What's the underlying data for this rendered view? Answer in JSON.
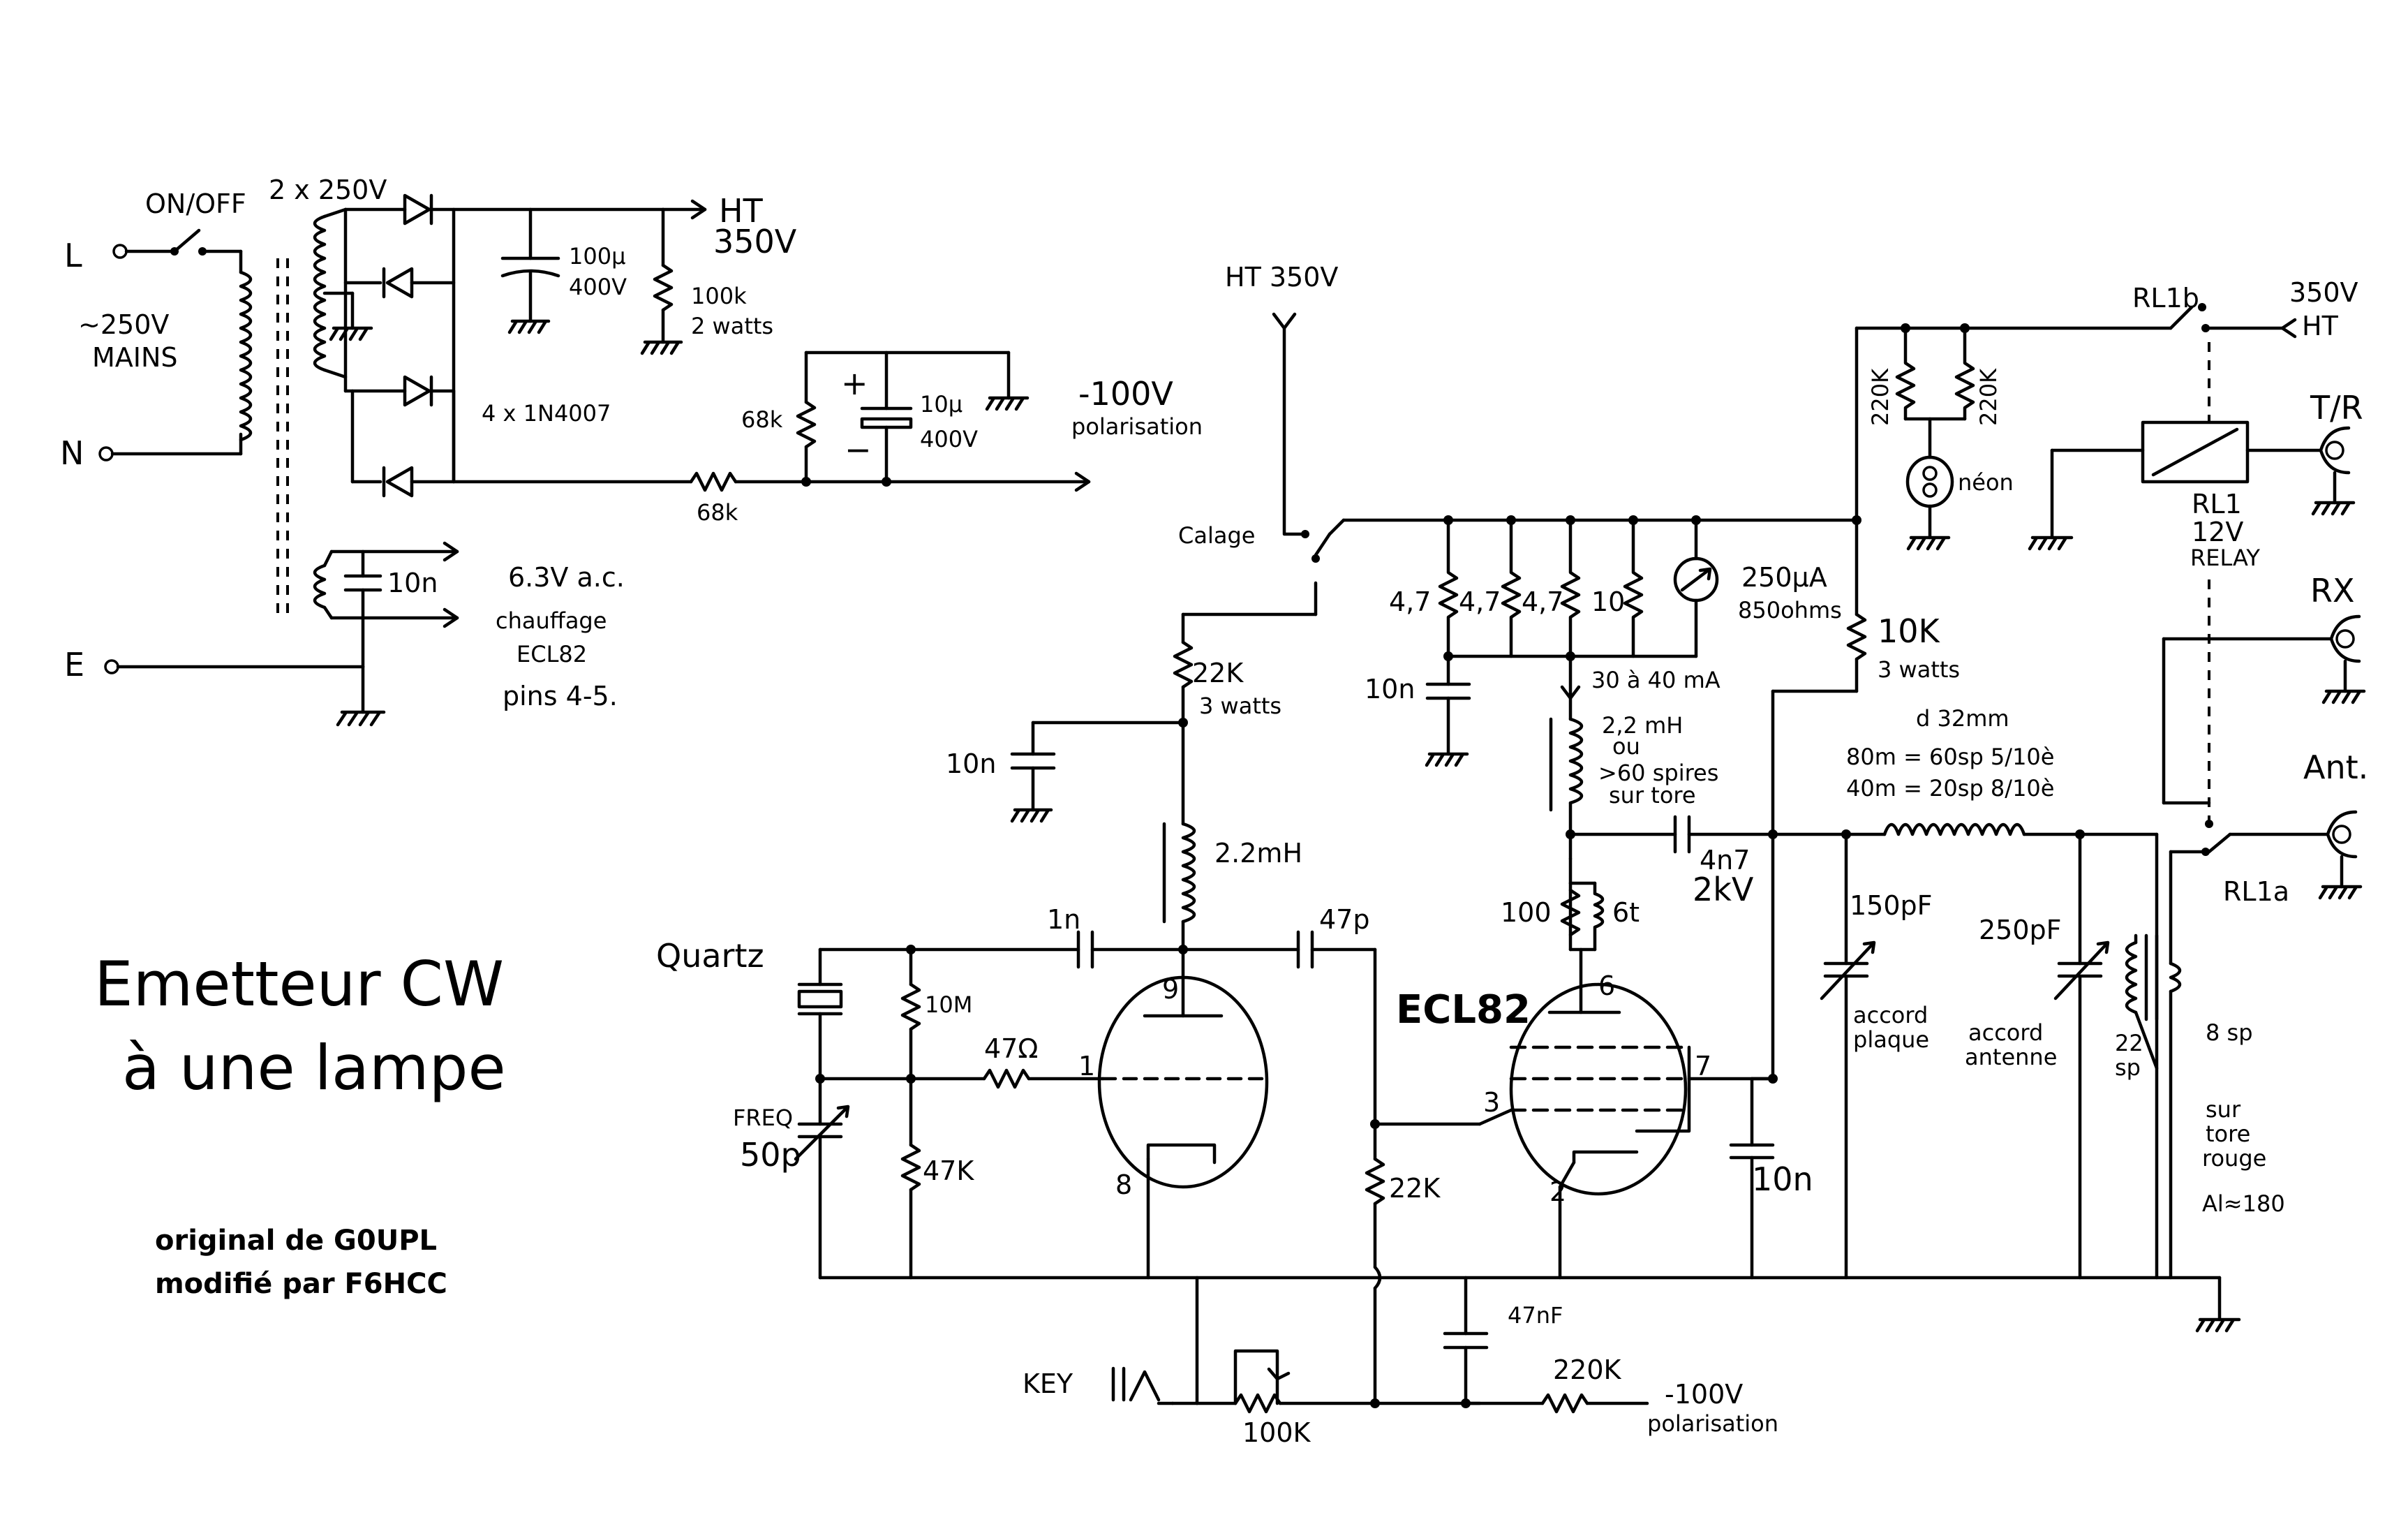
{
  "title": {
    "line1": "Emetteur CW",
    "line2": "à une lampe"
  },
  "credits": {
    "line1": "original de G0UPL",
    "line2": "modifié par F6HCC"
  },
  "power_supply": {
    "mains_L": "L",
    "mains_N": "N",
    "mains_E": "E",
    "switch": "ON/OFF",
    "mains_line1": "∼250V",
    "mains_line2": "MAINS",
    "secondary": "2 x 250V",
    "diodes": "4 x 1N4007",
    "cap_ht_1": "100µ",
    "cap_ht_2": "400V",
    "ht_label_1": "HT",
    "ht_label_2": "350V",
    "bleeder_1": "100k",
    "bleeder_2": "2 watts",
    "bias_r1": "68k",
    "bias_r2": "68k",
    "bias_cap_1": "10µ",
    "bias_cap_2": "400V",
    "bias_plus": "+",
    "bias_minus": "−",
    "bias_out_1": "-100V",
    "bias_out_2": "polarisation",
    "heater_cap": "10n",
    "heater_1": "6.3V a.c.",
    "heater_2": "chauffage",
    "heater_3": "ECL82",
    "heater_4": "pins 4-5."
  },
  "oscillator": {
    "ht_in": "HT 350V",
    "calage": "Calage",
    "r_anode": "22K",
    "r_anode_w": "3 watts",
    "decoupling": "10n",
    "choke": "2.2mH",
    "c_couple": "1n",
    "c_out": "47p",
    "quartz": "Quartz",
    "r_grid": "10M",
    "r_stop": "47Ω",
    "freq_1": "FREQ",
    "freq_2": "50p",
    "r_bias": "47K",
    "pin9": "9",
    "pin1": "1",
    "pin8": "8",
    "r_grid_pa": "22K",
    "c_bypass": "47nF",
    "r_key": "220K",
    "bias_1": "-100V",
    "bias_2": "polarisation",
    "key": "KEY",
    "pot": "100K"
  },
  "pa": {
    "tube": "ECL82",
    "r1": "4,7",
    "r2": "4,7",
    "r3": "4,7",
    "r4": "10",
    "meter_1": "250µA",
    "meter_2": "850ohms",
    "decoupling": "10n",
    "current": "30 à 40 mA",
    "choke_1": "2,2 mH",
    "choke_2": "ou",
    "choke_3": ">60 spires",
    "choke_4": "sur tore",
    "coupling_1": "4n7",
    "coupling_2": "2kV",
    "parasitic_r": "100",
    "parasitic_l": "6t",
    "pin6": "6",
    "pin3": "3",
    "pin7": "7",
    "pin2": "2",
    "screen_cap": "10n",
    "r_feed": "10K",
    "r_feed_w": "3 watts"
  },
  "tank": {
    "coil_1": "d 32mm",
    "coil_2": "80m = 60sp  5/10è",
    "coil_3": "40m = 20sp  8/10è",
    "cplate_1": "150pF",
    "cplate_2": "accord",
    "cplate_3": "plaque",
    "cant_1": "250pF",
    "cant_2": "accord",
    "cant_3": "antenne",
    "toroid_pri_1": "22",
    "toroid_pri_2": "sp",
    "toroid_sec": "8 sp",
    "toroid_1": "sur",
    "toroid_2": "tore",
    "toroid_3": "rouge",
    "toroid_4": "Al≈180"
  },
  "switching": {
    "r_neon_1": "220K",
    "r_neon_2": "220K",
    "neon": "néon",
    "rl1b": "RL1b",
    "ht_1": "350V",
    "ht_2": "HT",
    "relay_1": "RL1",
    "relay_2": "12V",
    "relay_3": "RELAY",
    "tr": "T/R",
    "rx": "RX",
    "ant": "Ant.",
    "rl1a": "RL1a"
  }
}
